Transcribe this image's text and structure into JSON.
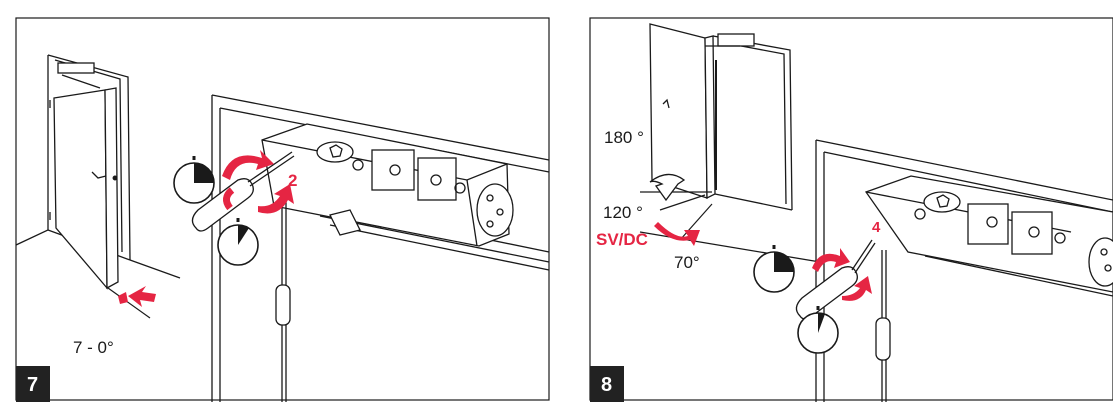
{
  "colors": {
    "accent": "#e52543",
    "line": "#1a1a1a",
    "badge": "#222222",
    "background": "#ffffff"
  },
  "panel_left": {
    "step_number": "7",
    "angle_label": "7 - 0°",
    "valve_number": "2"
  },
  "panel_right": {
    "step_number": "8",
    "angle_180": "180 °",
    "angle_120": "120 °",
    "mode_label": "SV/DC",
    "angle_70": "70°",
    "valve_number": "4"
  },
  "icons": [
    "door-icon",
    "door-closer-icon",
    "screwdriver-icon",
    "rotation-arrow-icon",
    "timer-icon",
    "push-arrow-icon"
  ]
}
